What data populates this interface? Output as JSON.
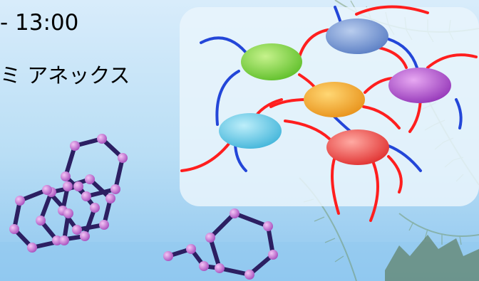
{
  "text": {
    "time_line": "- 13:00",
    "venue_line": "ミ アネックス"
  },
  "colors": {
    "sky_top": "#d8ecfb",
    "sky_mid": "#b9def5",
    "sky_bottom": "#8ec6ef",
    "panel": "#e9f4fc",
    "arc_red": "#ff1e1e",
    "arc_blue": "#2346d8",
    "ellipse_green": "#79d43f",
    "ellipse_blue": "#6f93d2",
    "ellipse_orange": "#f2a928",
    "ellipse_purple": "#ae4ec9",
    "ellipse_cyan": "#5ec7e4",
    "ellipse_red": "#ee4c4a",
    "molecule_bond": "#2c1f62",
    "molecule_atom": "#c36fd0"
  },
  "icons": [
    "fern-leaves-illustration",
    "molecular-network-illustration",
    "hexagon-molecule-icon"
  ]
}
